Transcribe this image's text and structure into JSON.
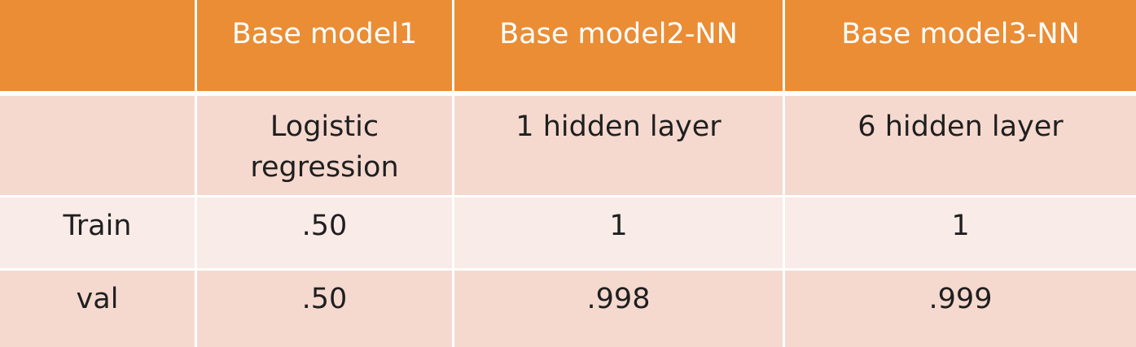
{
  "table": {
    "header": [
      "",
      "Base model1",
      "Base model2-NN",
      "Base model3-NN"
    ],
    "rows": [
      [
        "",
        "Logistic regression",
        "1 hidden layer",
        "6 hidden layer"
      ],
      [
        "Train",
        ".50",
        "1",
        "1"
      ],
      [
        "val",
        ".50",
        ".998",
        ".999"
      ]
    ]
  },
  "colors": {
    "header_bg": "#ea8d35",
    "header_text": "#ffffff",
    "band_dark": "#f5d9cf",
    "band_light": "#f9ebe7"
  }
}
